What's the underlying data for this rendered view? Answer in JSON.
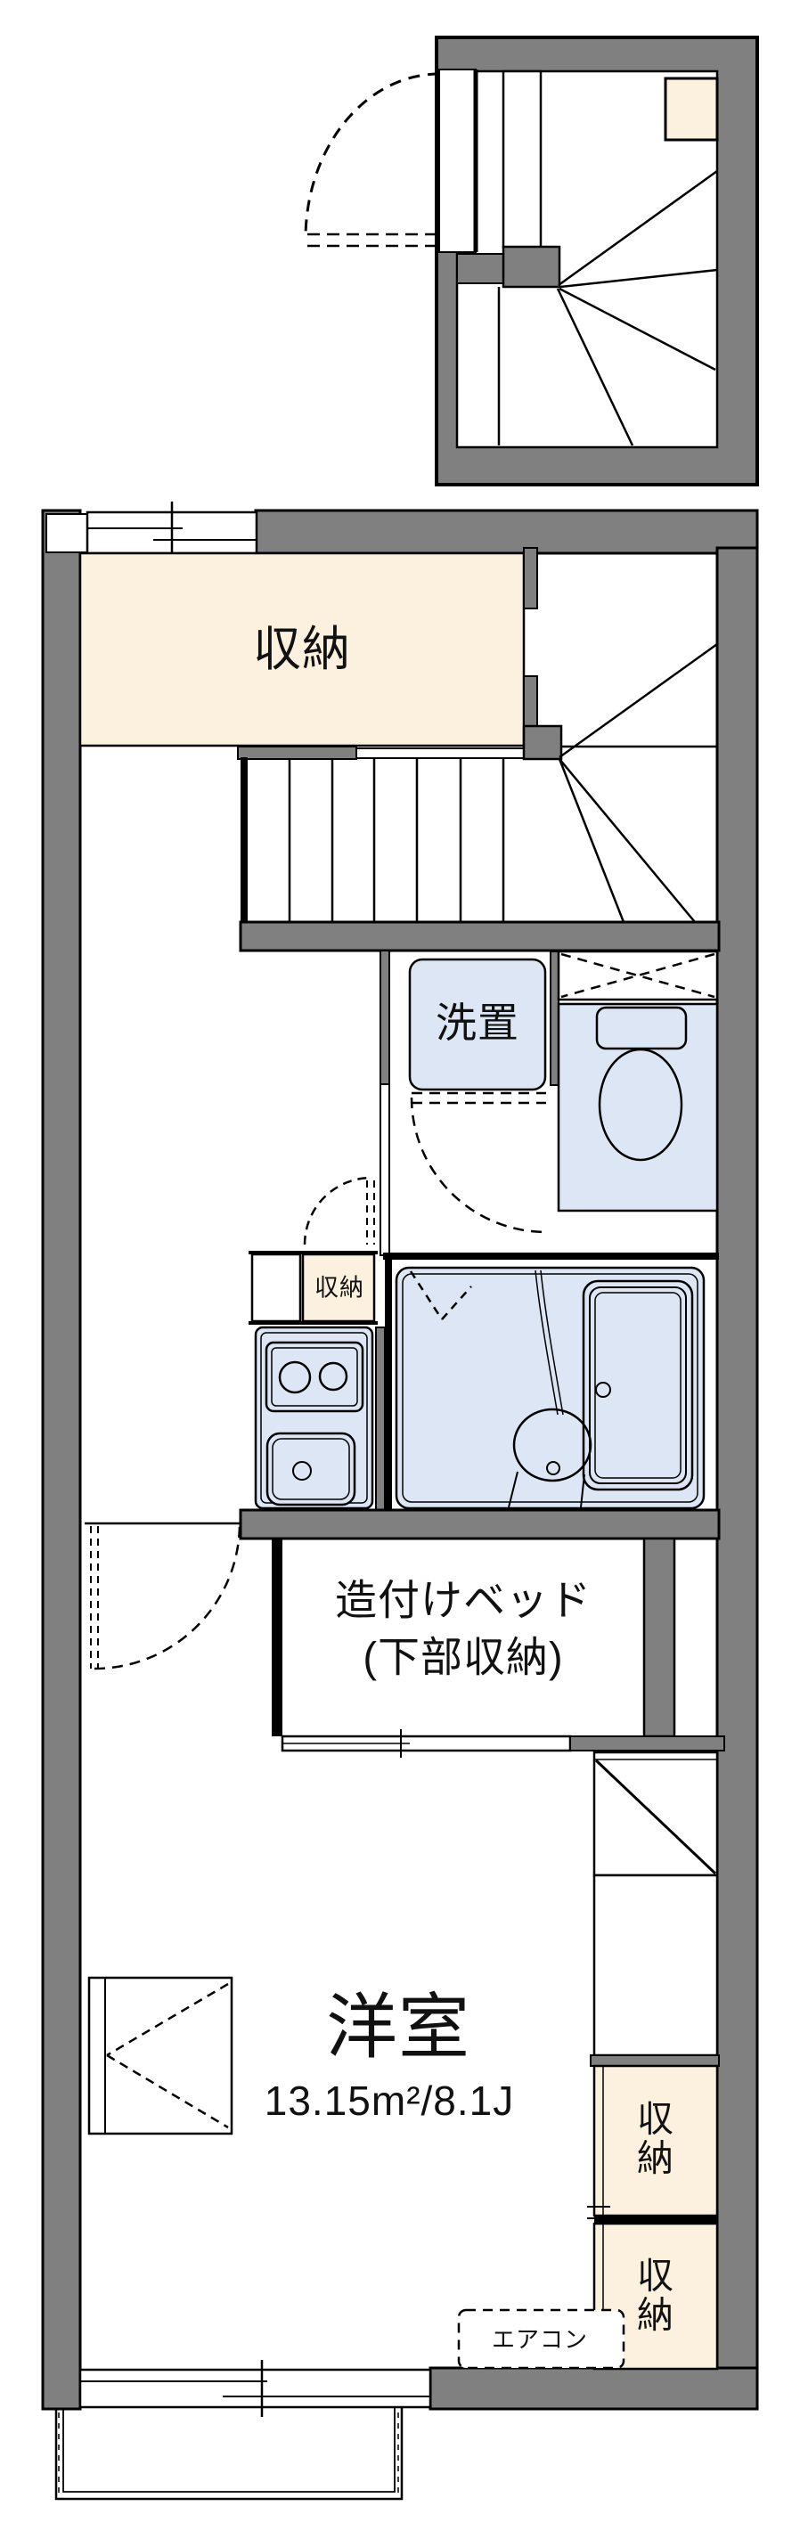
{
  "colors": {
    "wall_gray": "#808080",
    "storage_cream": "#fbf1de",
    "wet_area_blue": "#dce6f5",
    "line_black": "#000000",
    "background": "#ffffff"
  },
  "rooms": {
    "storage_top": {
      "label": "収納"
    },
    "laundry": {
      "label": "洗置"
    },
    "storage_small": {
      "label": "収納"
    },
    "built_in_bed": {
      "label_line1": "造付けベッド",
      "label_line2": "(下部収納)"
    },
    "western_room": {
      "name": "洋室",
      "area": "13.15m²/8.1J"
    },
    "storage_right_upper": {
      "label": "収\n納"
    },
    "storage_right_lower": {
      "label": "収\n納"
    },
    "aircon": {
      "label": "エアコン"
    }
  }
}
